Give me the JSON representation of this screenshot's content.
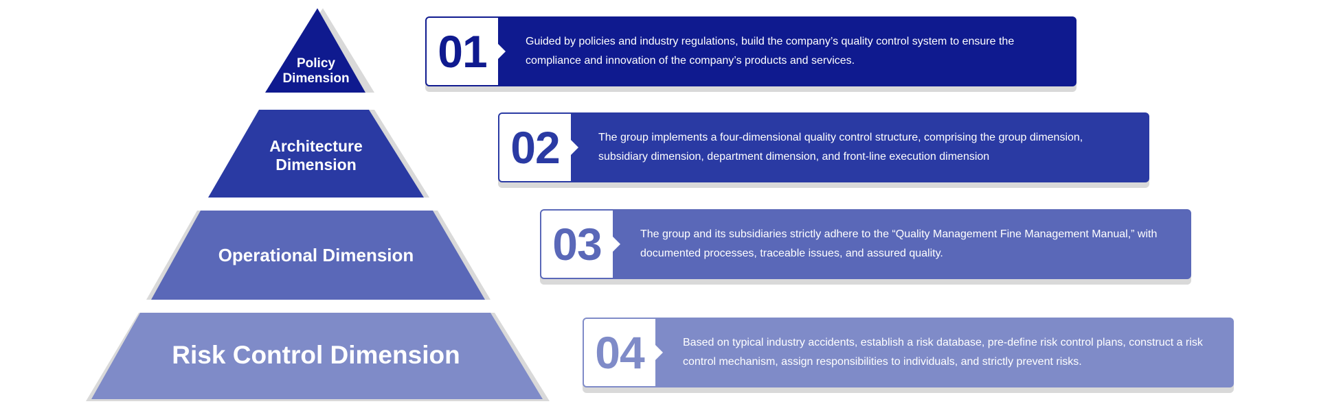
{
  "colors": {
    "tier1": "#0f1a8f",
    "tier2": "#2a3aa3",
    "tier3": "#5a68b8",
    "tier4": "#7f8bc8",
    "shadow": "#d9d9d9"
  },
  "pyramid": {
    "tiers": [
      {
        "label": "Policy\nDimension"
      },
      {
        "label": "Architecture\nDimension"
      },
      {
        "label": "Operational Dimension"
      },
      {
        "label": "Risk Control Dimension"
      }
    ]
  },
  "cards": [
    {
      "number": "01",
      "text": "Guided by policies and industry regulations, build the company’s quality control system to ensure the compliance and innovation of the company’s products and services."
    },
    {
      "number": "02",
      "text": "The group implements a four-dimensional quality control structure, comprising the group dimension, subsidiary dimension, department dimension, and front-line execution dimension"
    },
    {
      "number": "03",
      "text": "The group and its subsidiaries strictly adhere to the “Quality Management Fine Management Manual,” with documented processes, traceable issues, and assured quality."
    },
    {
      "number": "04",
      "text": "Based on typical industry accidents, establish a risk database, pre-define risk control plans, construct a risk control mechanism, assign responsibilities to individuals, and strictly prevent risks."
    }
  ]
}
